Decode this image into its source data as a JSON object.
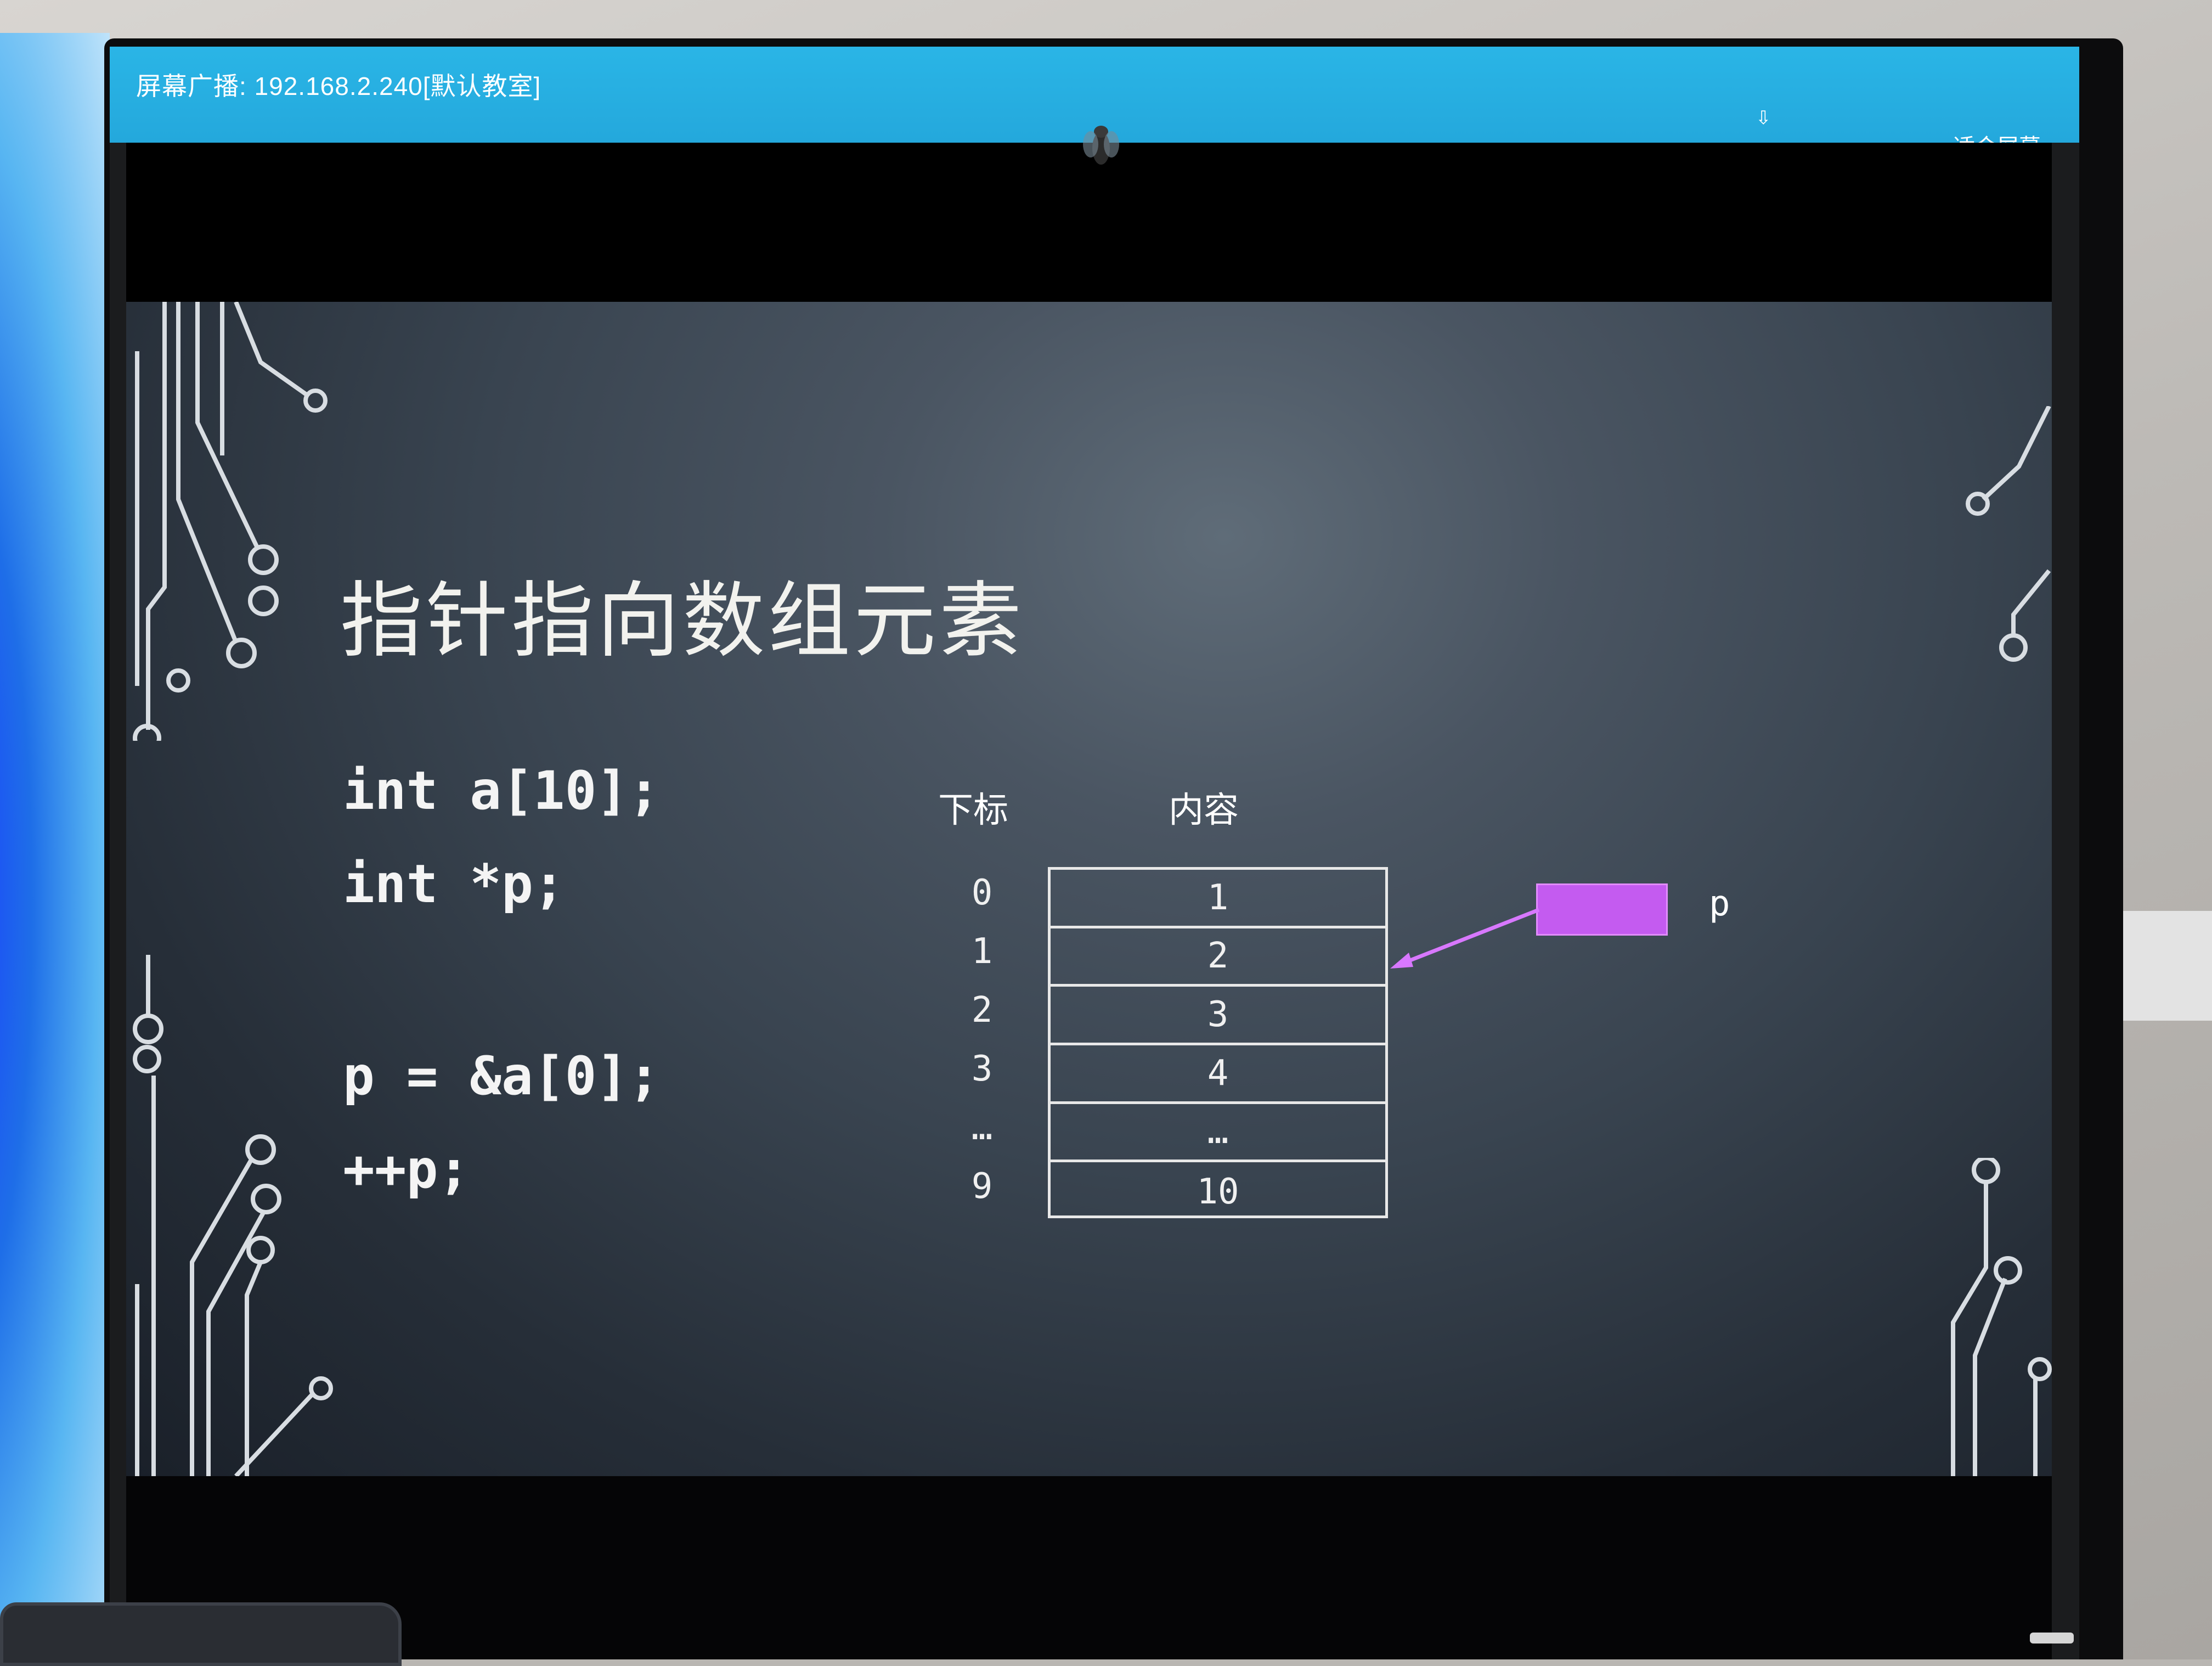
{
  "window": {
    "title": "屏幕广播: 192.168.2.240[默认教室]",
    "fit_screen_label": "适合屏幕"
  },
  "slide": {
    "title": "指针指向数组元素",
    "code": [
      "int a[10];",
      "int *p;",
      "p = &a[0];",
      "++p;"
    ],
    "table": {
      "index_header": "下标",
      "content_header": "内容",
      "rows": [
        {
          "index": "0",
          "value": "1"
        },
        {
          "index": "1",
          "value": "2"
        },
        {
          "index": "2",
          "value": "3"
        },
        {
          "index": "3",
          "value": "4"
        },
        {
          "index": "…",
          "value": "…"
        },
        {
          "index": "9",
          "value": "10"
        }
      ]
    },
    "pointer": {
      "label": "p",
      "color": "#c45bf0",
      "points_to_row": 1
    }
  },
  "colors": {
    "titlebar": "#24a8dc",
    "slide_text": "#f4f4f4"
  },
  "icons": {
    "titlebar_indicator": "arrow-down-icon"
  }
}
